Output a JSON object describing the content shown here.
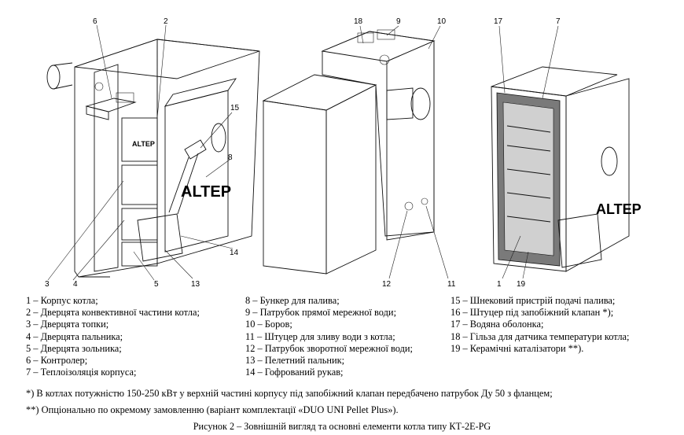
{
  "figure": {
    "brand": "ALTEP",
    "callouts": {
      "c1": "1",
      "c2": "2",
      "c3": "3",
      "c4": "4",
      "c5": "5",
      "c6": "6",
      "c7": "7",
      "c8": "8",
      "c9": "9",
      "c10": "10",
      "c11": "11",
      "c12": "12",
      "c13": "13",
      "c14": "14",
      "c15": "15",
      "c17": "17",
      "c18": "18",
      "c19": "19"
    }
  },
  "legend": {
    "col1": [
      "1 – Корпус котла;",
      "2 – Дверцята конвективної частини котла;",
      "3 – Дверцята топки;",
      "4 – Дверцята пальника;",
      "5 – Дверцята зольника;",
      "6 – Контролер;",
      "7 – Теплоізоляція корпуса;"
    ],
    "col2": [
      "8 – Бункер для палива;",
      "9 – Патрубок прямої мережної води;",
      "10 – Боров;",
      "11 – Штуцер для зливу води з котла;",
      "12 – Патрубок зворотної мережної води;",
      "13 – Пелетний пальник;",
      "14 – Гофрований рукав;"
    ],
    "col3": [
      "15 – Шнековий пристрій подачі палива;",
      "16 – Штуцер під запобіжний клапан *);",
      "17 – Водяна оболонка;",
      "18 – Гільза для датчика температури котла;",
      "19 – Керамічні каталізатори **)."
    ]
  },
  "notes": {
    "note1": "*) В котлах потужністю 150-250 кВт у верхній частині корпусу під запобіжний клапан передбачено патрубок Ду 50 з фланцем;",
    "note2": "**) Опціонально по окремому замовленню (варіант комплектації «DUO UNI Pellet Plus»)."
  },
  "caption": "Рисунок 2 – Зовнішній вигляд та основні елементи котла типу КТ-2Е-PG"
}
